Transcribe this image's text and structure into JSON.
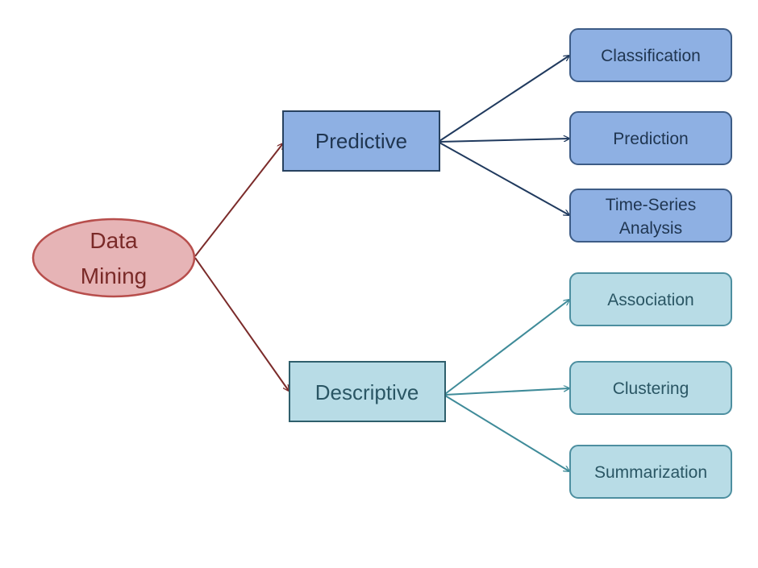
{
  "diagram": {
    "root": {
      "lines": [
        "Data",
        "Mining"
      ]
    },
    "branches": [
      {
        "label": "Predictive",
        "children": [
          {
            "lines": [
              "Classification"
            ]
          },
          {
            "lines": [
              "Prediction"
            ]
          },
          {
            "lines": [
              "Time-Series",
              "Analysis"
            ]
          }
        ]
      },
      {
        "label": "Descriptive",
        "children": [
          {
            "lines": [
              "Association"
            ]
          },
          {
            "lines": [
              "Clustering"
            ]
          },
          {
            "lines": [
              "Summarization"
            ]
          }
        ]
      }
    ]
  },
  "colors": {
    "root_fill": "#e6b4b6",
    "root_stroke": "#b74e4c",
    "root_text": "#7a2a28",
    "root_arrow": "#7b2b2a",
    "predictive_fill": "#8eb0e3",
    "predictive_stroke": "#27415f",
    "predictive_text": "#1f3550",
    "predictive_arrow": "#203a5e",
    "descriptive_fill": "#b8dce6",
    "descriptive_stroke": "#2f5f6c",
    "descriptive_text": "#2a5664",
    "descriptive_arrow": "#3f8b99",
    "pred_child_fill": "#8eb0e3",
    "pred_child_stroke": "#3d5c86",
    "desc_child_fill": "#b8dce6",
    "desc_child_stroke": "#4d8fa0"
  }
}
